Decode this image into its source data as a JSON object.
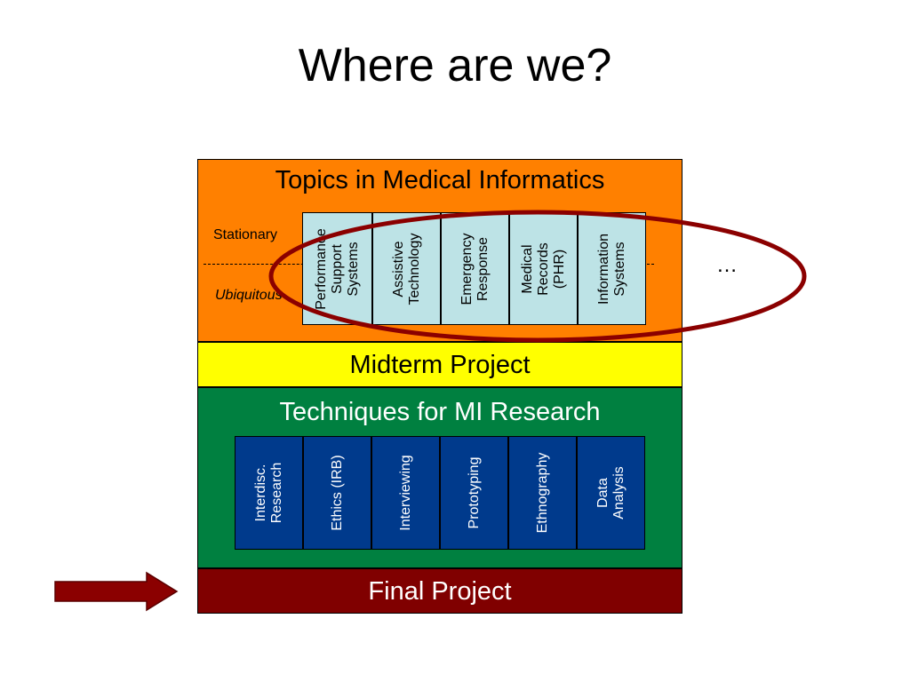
{
  "title": "Where are we?",
  "topics_band": {
    "heading": "Topics in Medical Informatics",
    "stationary_label": "Stationary",
    "ubiquitous_label": "Ubiquitous",
    "ellipsis": "…",
    "cells": [
      "Performance\nSupport\nSystems",
      "Assistive\nTechnology",
      "Emergency\nResponse",
      "Medical\nRecords\n(PHR)",
      "Information\nSystems"
    ],
    "color": "#ff8000",
    "cell_color": "#bde3e6"
  },
  "midterm_band": {
    "heading": "Midterm Project",
    "color": "#ffff00"
  },
  "techniques_band": {
    "heading": "Techniques for MI Research",
    "cells": [
      "Interdisc.\nResearch",
      "Ethics (IRB)",
      "Interviewing",
      "Prototyping",
      "Ethnography",
      "Data\nAnalysis"
    ],
    "color": "#008040",
    "cell_color": "#003a8c"
  },
  "final_band": {
    "heading": "Final Project",
    "color": "#800000"
  },
  "highlight_color": "#8b0000",
  "arrow_color": "#8b0000"
}
